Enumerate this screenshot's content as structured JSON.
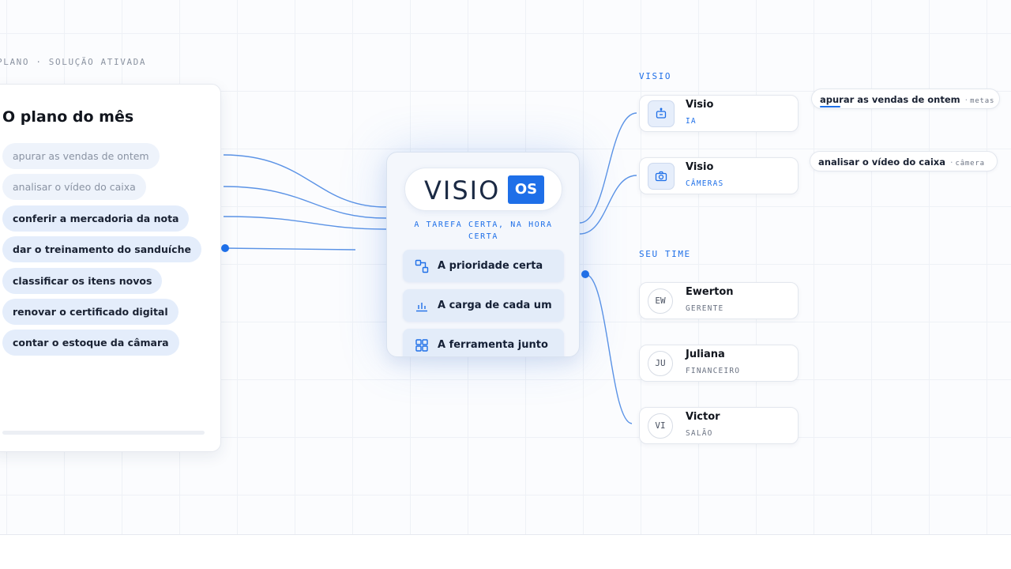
{
  "header": {
    "breadcrumb": "PLANO · SOLUÇÃO ATIVADA"
  },
  "plan": {
    "title": "O plano do mês",
    "tasks": [
      {
        "label": "apurar as vendas de ontem",
        "state": "done"
      },
      {
        "label": "analisar o vídeo do caixa",
        "state": "done"
      },
      {
        "label": "conferir a mercadoria da nota",
        "state": "pending"
      },
      {
        "label": "dar o treinamento do sanduíche",
        "state": "pending"
      },
      {
        "label": "classificar os itens novos",
        "state": "pending"
      },
      {
        "label": "renovar o certificado digital",
        "state": "pending"
      },
      {
        "label": "contar o estoque da câmara",
        "state": "pending"
      }
    ]
  },
  "hub": {
    "logo_word": "VISIO",
    "logo_badge": "OS",
    "tagline": "A TAREFA CERTA, NA HORA CERTA",
    "items": [
      {
        "label": "A prioridade certa",
        "icon": "flow-icon"
      },
      {
        "label": "A carga de cada um",
        "icon": "bar-chart-icon"
      },
      {
        "label": "A ferramenta junto",
        "icon": "grid-icon"
      }
    ]
  },
  "visio_section": {
    "label": "VISIO",
    "cards": [
      {
        "title": "Visio",
        "subtitle": "IA",
        "icon": "robot-icon"
      },
      {
        "title": "Visio",
        "subtitle": "CÂMERAS",
        "icon": "camera-icon"
      }
    ],
    "assignments": [
      {
        "task": "apurar as vendas de ontem",
        "separator": "·",
        "tag": "metas",
        "progress": 0.12
      },
      {
        "task": "analisar o vídeo do caixa",
        "separator": "·",
        "tag": "câmera"
      }
    ]
  },
  "team_section": {
    "label": "SEU TIME",
    "members": [
      {
        "initials": "EW",
        "name": "Ewerton",
        "role": "GERENTE"
      },
      {
        "initials": "JU",
        "name": "Juliana",
        "role": "FINANCEIRO"
      },
      {
        "initials": "VI",
        "name": "Victor",
        "role": "SALÃO"
      }
    ]
  },
  "colors": {
    "accent": "#1e6fe8",
    "wire": "#5b93e6",
    "pill_done": "#eef3fb",
    "pill_active": "#e4edfb"
  }
}
